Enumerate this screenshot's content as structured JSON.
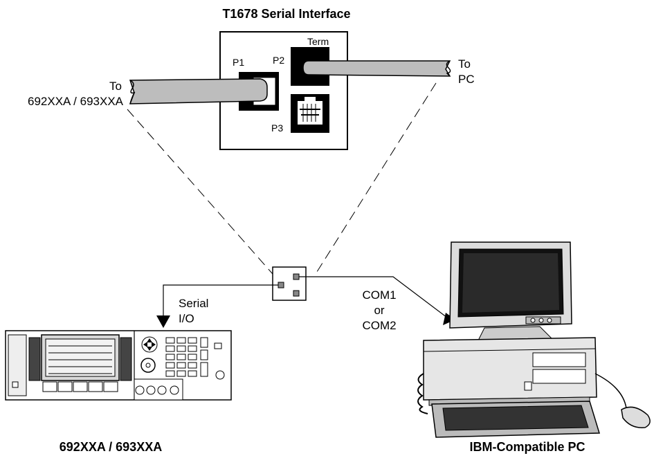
{
  "interface": {
    "title": "T1678 Serial Interface",
    "port_p1": "P1",
    "port_p2": "P2",
    "port_p3": "P3",
    "term": "Term"
  },
  "left_cable": {
    "line1": "To",
    "line2": "692XXA / 693XXA"
  },
  "right_cable": {
    "line1": "To",
    "line2": "PC"
  },
  "serial_io": {
    "line1": "Serial",
    "line2": "I/O"
  },
  "com": {
    "line1": "COM1",
    "line2": "or",
    "line3": "COM2"
  },
  "devices": {
    "instrument": "692XXA / 693XXA",
    "pc": "IBM-Compatible PC"
  }
}
